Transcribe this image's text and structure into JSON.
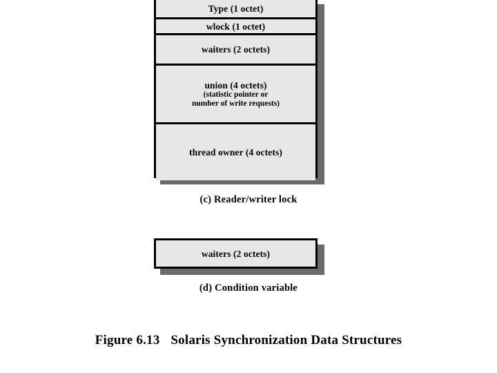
{
  "figure": {
    "label": "Figure 6.13",
    "title": "Solaris Synchronization Data Structures"
  },
  "diagrams": [
    {
      "id": "reader-writer-lock",
      "caption": "(c) Reader/writer lock",
      "fields": [
        {
          "name": "type",
          "main": "Type (1 octet)",
          "sub": []
        },
        {
          "name": "wlock",
          "main": "wlock (1 octet)",
          "sub": []
        },
        {
          "name": "waiters",
          "main": "waiters (2 octets)",
          "sub": []
        },
        {
          "name": "union",
          "main": "union (4 octets)",
          "sub": [
            "(statistic pointer or",
            "number of write requests)"
          ]
        },
        {
          "name": "thread-owner",
          "main": "thread owner (4 octets)",
          "sub": []
        }
      ]
    },
    {
      "id": "condition-variable",
      "caption": "(d) Condition variable",
      "fields": [
        {
          "name": "waiters",
          "main": "waiters (2 octets)",
          "sub": []
        }
      ]
    }
  ],
  "colors": {
    "page_background": "#ffffff",
    "box_fill": "#e7e7e7",
    "box_border": "#000000",
    "drop_shadow": "#6b6b6b",
    "text": "#000000"
  }
}
